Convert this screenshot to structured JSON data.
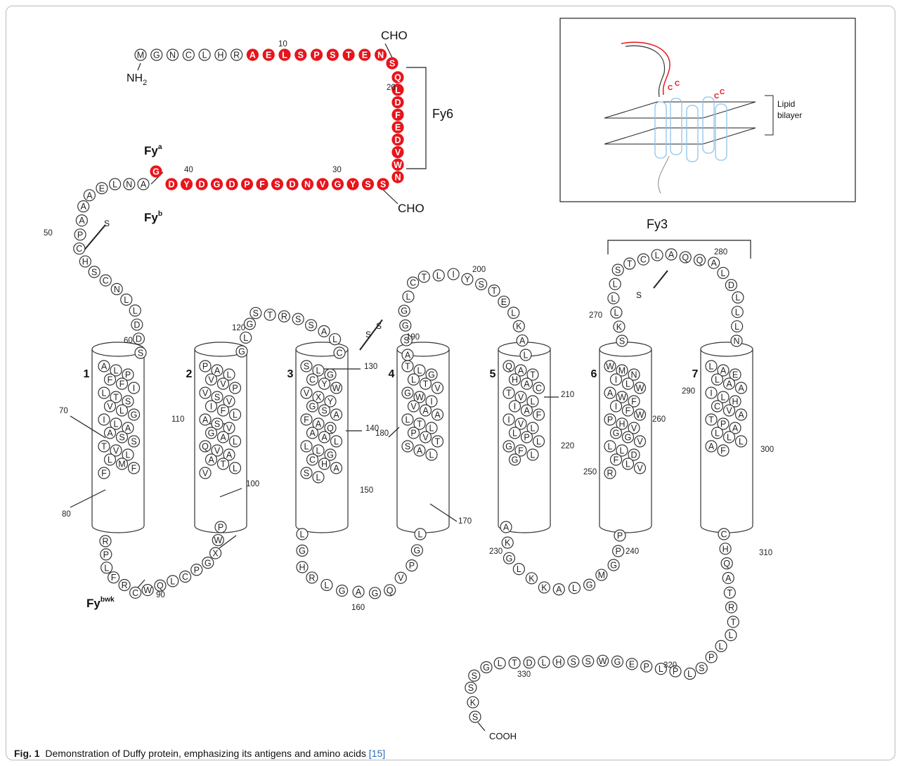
{
  "figure": {
    "caption_label": "Fig. 1",
    "caption_text": "Demonstration of Duffy protein, emphasizing its antigens and amino acids",
    "caption_ref": "[15]"
  },
  "termini": {
    "n": "NH",
    "n_sub": "2",
    "c": "COOH"
  },
  "glyco": {
    "top": "CHO",
    "bottom": "CHO"
  },
  "antigens": {
    "fy6": "Fy6",
    "fy3": "Fy3",
    "fya": "Fy",
    "fya_sup": "a",
    "fyb": "Fy",
    "fyb_sup": "b",
    "fybwk": "Fy",
    "fybwk_sup": "bwk"
  },
  "disulfide_label": "S",
  "tm_helices": [
    "1",
    "2",
    "3",
    "4",
    "5",
    "6",
    "7"
  ],
  "inset": {
    "bilayer_label_line1": "Lipid",
    "bilayer_label_line2": "bilayer",
    "cys_label": "C"
  },
  "colors": {
    "highlight": "#e8141c",
    "helix_line": "#333333",
    "inset_helix": "#8ec3ea"
  },
  "sequence": {
    "n_term": [
      "M",
      "G",
      "N",
      "C",
      "L",
      "H",
      "R",
      "A",
      "E",
      "L",
      "S",
      "P",
      "S",
      "T",
      "E",
      "N",
      "S"
    ],
    "fy6_loop": [
      "Q",
      "L",
      "D",
      "F",
      "E",
      "D",
      "V",
      "W",
      "N"
    ],
    "loop_low": [
      "S",
      "S",
      "Y",
      "G",
      "V",
      "N",
      "D",
      "S",
      "F",
      "P",
      "D",
      "G",
      "D",
      "Y",
      "D"
    ],
    "loop_low_alt": "G",
    "n_tail": [
      "A",
      "N",
      "L",
      "E",
      "A",
      "A",
      "A",
      "P",
      "C",
      "H",
      "S",
      "C",
      "N",
      "L",
      "L",
      "D",
      "D",
      "S"
    ],
    "tm1": [
      "A",
      "L",
      "P",
      "F",
      "F",
      "I",
      "L",
      "T",
      "S",
      "V",
      "L",
      "G",
      "I",
      "L",
      "A",
      "A",
      "S",
      "S",
      "T",
      "V",
      "L",
      "L",
      "M",
      "F",
      "F"
    ],
    "icl1": [
      "R",
      "P",
      "L",
      "F",
      "R",
      "C",
      "W",
      "Q",
      "L",
      "C",
      "P",
      "G",
      "X",
      "W",
      "P"
    ],
    "tm2": [
      "P",
      "A",
      "L",
      "V",
      "V",
      "P",
      "V",
      "S",
      "V",
      "I",
      "F",
      "L",
      "A",
      "S",
      "V",
      "G",
      "A",
      "L",
      "Q",
      "V",
      "A",
      "A",
      "T",
      "L",
      "V"
    ],
    "ecl1": [
      "G",
      "L",
      "G",
      "S",
      "T",
      "R",
      "S",
      "S",
      "A",
      "L",
      "C"
    ],
    "tm3": [
      "S",
      "L",
      "G",
      "C",
      "Y",
      "W",
      "V",
      "X",
      "Y",
      "G",
      "S",
      "A",
      "F",
      "A",
      "Q",
      "A",
      "A",
      "L",
      "L",
      "L",
      "G",
      "C",
      "H",
      "A",
      "S",
      "L"
    ],
    "icl2": [
      "L",
      "G",
      "H",
      "R",
      "L",
      "G",
      "A",
      "G",
      "Q",
      "V",
      "P",
      "G",
      "L"
    ],
    "tm4": [
      "T",
      "L",
      "G",
      "L",
      "T",
      "V",
      "G",
      "W",
      "I",
      "V",
      "A",
      "A",
      "L",
      "T",
      "L",
      "P",
      "V",
      "T",
      "S",
      "A",
      "L"
    ],
    "ecl2": [
      "A",
      "S",
      "G",
      "G",
      "L",
      "C",
      "T",
      "L",
      "I",
      "Y",
      "S",
      "T",
      "E",
      "L",
      "K",
      "A",
      "L"
    ],
    "tm5": [
      "Q",
      "A",
      "T",
      "H",
      "A",
      "C",
      "T",
      "V",
      "L",
      "I",
      "A",
      "F",
      "I",
      "V",
      "L",
      "L",
      "P",
      "L",
      "G",
      "F",
      "L",
      "G"
    ],
    "icl3": [
      "A",
      "K",
      "G",
      "L",
      "K",
      "K",
      "A",
      "L",
      "G",
      "M",
      "G",
      "P",
      "P"
    ],
    "tm6": [
      "W",
      "M",
      "N",
      "I",
      "L",
      "W",
      "A",
      "W",
      "F",
      "I",
      "F",
      "W",
      "P",
      "H",
      "V",
      "G",
      "G",
      "V",
      "L",
      "L",
      "D",
      "F",
      "L",
      "V",
      "R"
    ],
    "ecl3": [
      "S",
      "K",
      "L",
      "L",
      "L",
      "S",
      "T",
      "C",
      "L",
      "A",
      "Q",
      "Q",
      "A",
      "L",
      "D",
      "L",
      "L",
      "L",
      "N"
    ],
    "tm7": [
      "L",
      "A",
      "E",
      "L",
      "A",
      "A",
      "I",
      "L",
      "H",
      "C",
      "V",
      "A",
      "T",
      "P",
      "A",
      "L",
      "L",
      "L",
      "A",
      "F"
    ],
    "c_tail": [
      "C",
      "H",
      "Q",
      "A",
      "T",
      "R",
      "T",
      "L",
      "L",
      "P",
      "S",
      "L",
      "P",
      "L",
      "P",
      "E",
      "G",
      "W",
      "S",
      "S",
      "H",
      "L",
      "D",
      "T",
      "L",
      "G",
      "S",
      "S",
      "K",
      "S"
    ]
  },
  "residue_numbers": [
    "10",
    "20",
    "30",
    "40",
    "50",
    "60",
    "70",
    "80",
    "90",
    "100",
    "110",
    "120",
    "130",
    "140",
    "150",
    "160",
    "170",
    "180",
    "190",
    "200",
    "210",
    "220",
    "230",
    "240",
    "250",
    "260",
    "270",
    "280",
    "290",
    "300",
    "310",
    "320",
    "330"
  ]
}
